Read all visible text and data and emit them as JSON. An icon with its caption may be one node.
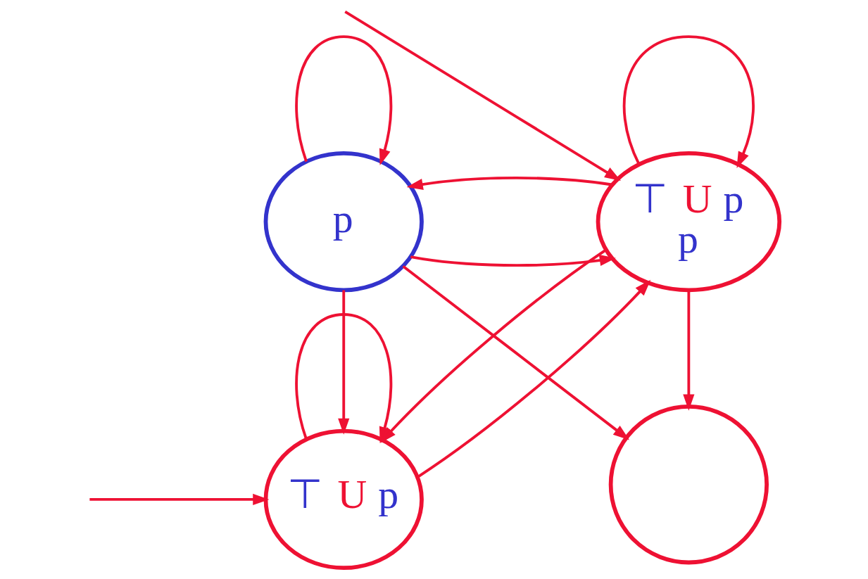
{
  "diagram": {
    "nodes": [
      {
        "text": [
          "⊤ U p"
        ]
      },
      {
        "text": [
          "⊤ U p",
          "p"
        ]
      },
      {
        "text": [
          "p"
        ]
      },
      {
        "text": [],
        "shape": "circle"
      }
    ],
    "edges": [
      {
        "from": null,
        "to": 0,
        "arrow": "to"
      },
      {
        "from": null,
        "to": 1,
        "arrow": "to"
      },
      {
        "from": 0,
        "to": 0,
        "arrow": "to"
      },
      {
        "from": 0,
        "to": 1,
        "arrow": "to"
      },
      {
        "from": 1,
        "to": 0,
        "arrow": "to"
      },
      {
        "from": 1,
        "to": 1,
        "arrow": "to"
      },
      {
        "from": 2,
        "to": 0,
        "arrow": "to"
      },
      {
        "from": 2,
        "to": 1,
        "arrow": "to"
      },
      {
        "from": 1,
        "to": 2,
        "arrow": "to"
      },
      {
        "from": 1,
        "to": 3,
        "arrow": "to"
      },
      {
        "from": 2,
        "to": 2,
        "arrow": "to"
      },
      {
        "from": 2,
        "to": 3,
        "arrow": "to"
      }
    ]
  }
}
